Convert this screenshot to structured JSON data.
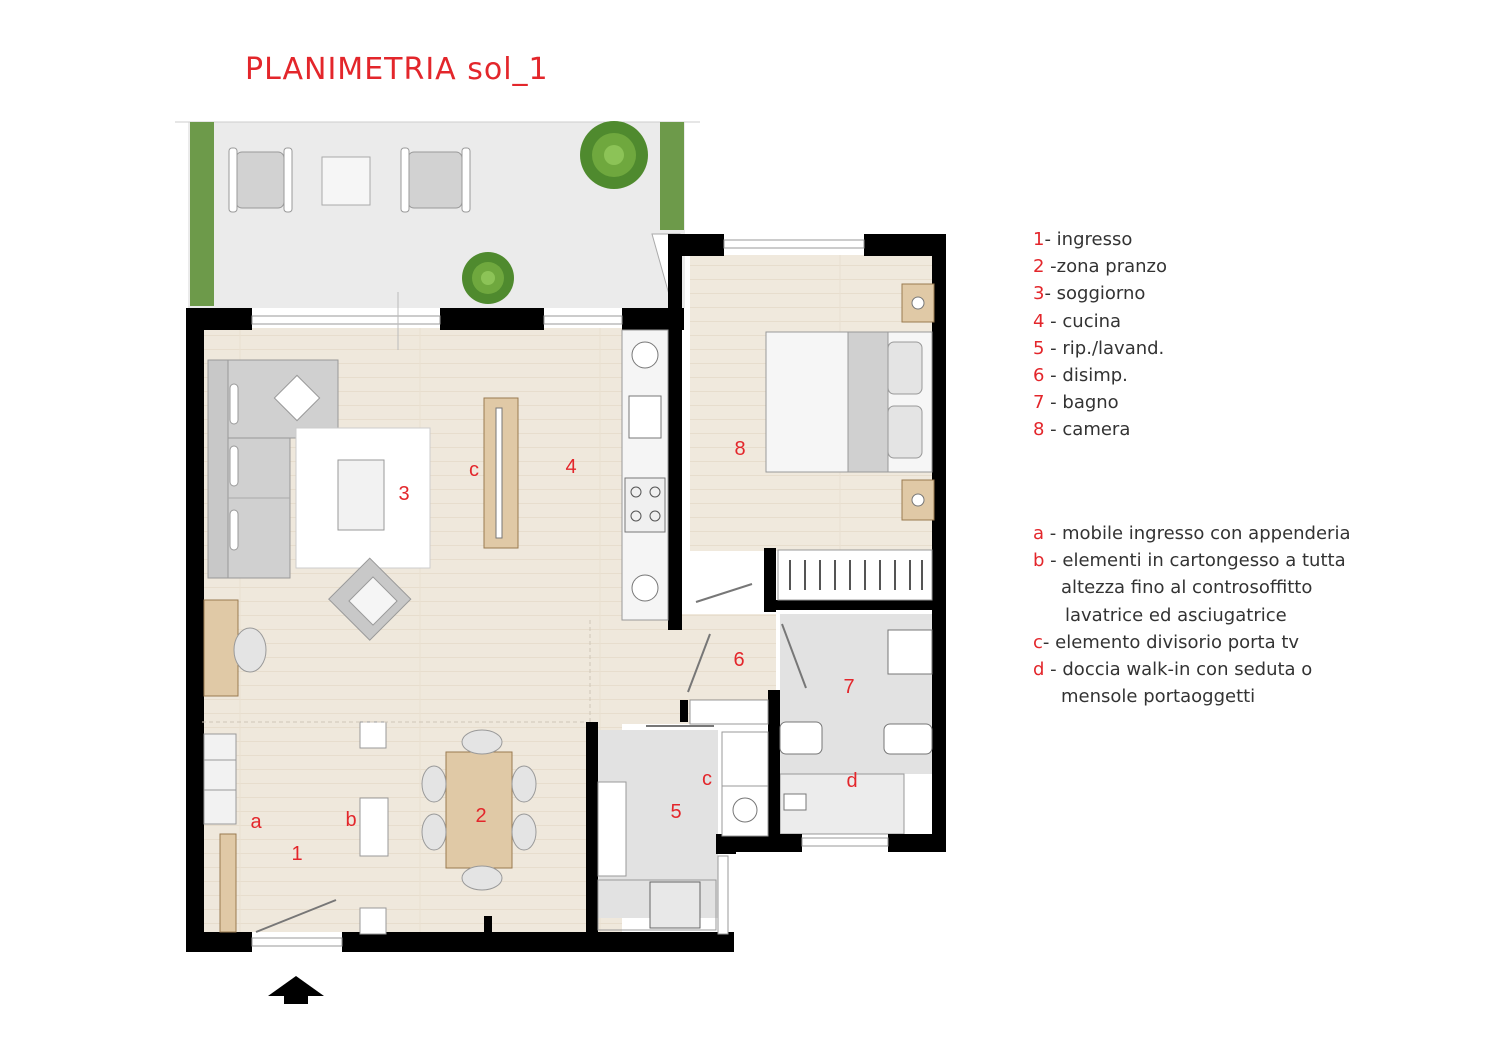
{
  "title": "PLANIMETRIA  sol_1",
  "legend_rooms": [
    {
      "num": "1",
      "text": "-  ingresso"
    },
    {
      "num": "2",
      "text": " -zona pranzo"
    },
    {
      "num": "3",
      "text": "- soggiorno"
    },
    {
      "num": "4",
      "text": " - cucina"
    },
    {
      "num": "5",
      "text": " - rip./lavand."
    },
    {
      "num": "6",
      "text": " - disimp."
    },
    {
      "num": "7",
      "text": " - bagno"
    },
    {
      "num": "8",
      "text": " - camera"
    }
  ],
  "legend_elements": [
    {
      "key": "a",
      "text": " - mobile ingresso con appenderia"
    },
    {
      "key": "b",
      "text": " - elementi in cartongesso a tutta"
    },
    {
      "key": "",
      "text": "altezza  fino al controsoffitto"
    },
    {
      "key": "",
      "text": " lavatrice ed asciugatrice"
    },
    {
      "key": "c",
      "text": "-  elemento divisorio porta tv"
    },
    {
      "key": "d",
      "text": " - doccia walk-in con seduta o"
    },
    {
      "key": "",
      "text": "mensole portaoggetti"
    }
  ],
  "plan_labels": {
    "room1": "1",
    "room2": "2",
    "room3": "3",
    "room4": "4",
    "room5": "5",
    "room6": "6",
    "room7": "7",
    "room8": "8",
    "label_a": "a",
    "label_b": "b",
    "label_c_living": "c",
    "label_c_utility": "c",
    "label_d": "d"
  },
  "colors": {
    "accent_red": "#e3262b",
    "wall": "#000000",
    "wood_floor": "#efe8dc",
    "tile_floor": "#e2e2e2",
    "terrace": "#ebebeb",
    "wood_furniture": "#e0c9a6"
  }
}
